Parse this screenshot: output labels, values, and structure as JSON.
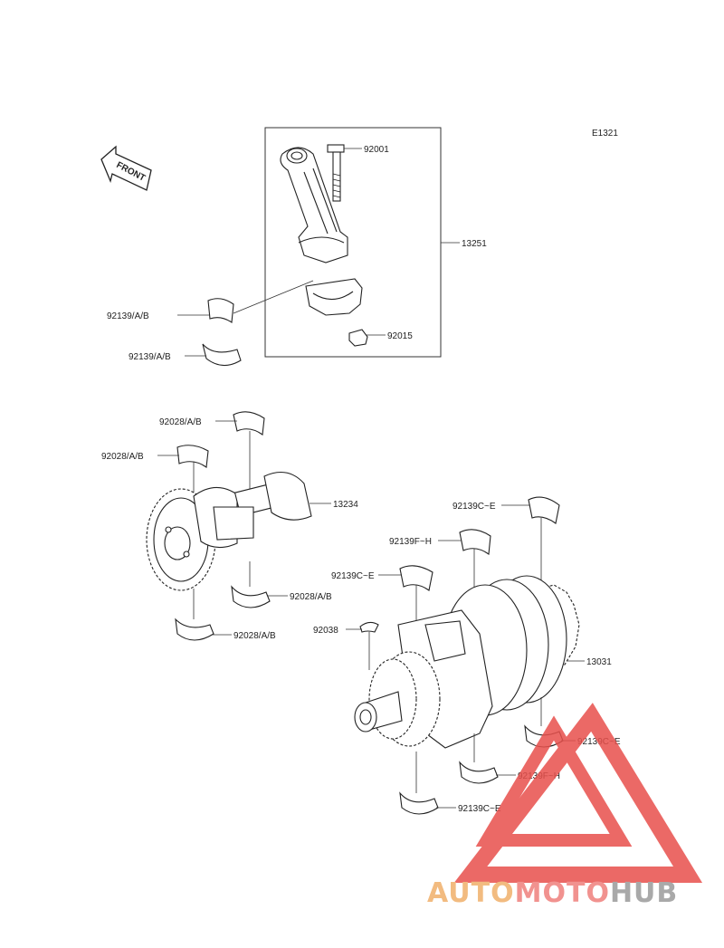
{
  "diagram_code": "E1321",
  "front_marker": "FRONT",
  "labels": {
    "l92001": "92001",
    "l13251": "13251",
    "l92139ab_1": "92139/A/B",
    "l92139ab_2": "92139/A/B",
    "l92015": "92015",
    "l92028_1": "92028/A/B",
    "l92028_2": "92028/A/B",
    "l13234": "13234",
    "l92028_3": "92028/A/B",
    "l92028_4": "92028/A/B",
    "l92139ce_1": "92139C~E",
    "l92139fh_1": "92139F~H",
    "l92139ce_2": "92139C~E",
    "l92038": "92038",
    "l13031": "13031",
    "l92139ce_3": "92139C~E",
    "l92139fh_2": "92139F~H",
    "l92139ce_4": "92139C~E"
  },
  "watermark": {
    "part1": "AUTO",
    "part2": "MOTO",
    "part3": "HUB"
  },
  "colors": {
    "watermark_auto": "#f0b06a",
    "watermark_moto": "#ef7f7c",
    "watermark_hub": "#9b9b9b",
    "watermark_triangle": "#e8504c"
  }
}
